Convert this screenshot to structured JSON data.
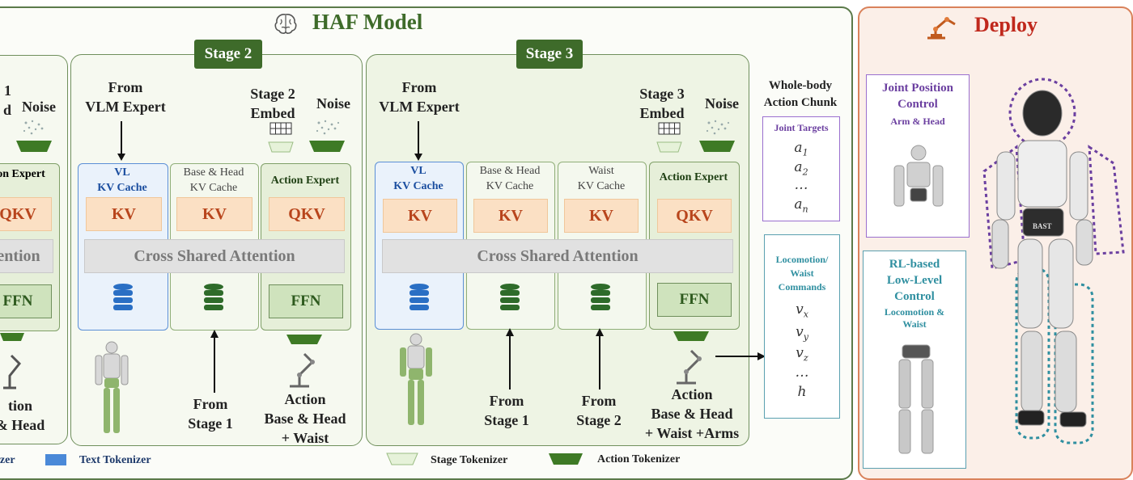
{
  "title": "HAF Model",
  "deploy_title": "Deploy",
  "stage1_partial": {
    "top_left": "1\nd",
    "noise": "Noise",
    "expert": "on Expert",
    "qkv": "QKV",
    "attention": "ention",
    "ffn": "FFN",
    "bottom": "tion\n& Head"
  },
  "stage2": {
    "label": "Stage 2",
    "from_vlm": "From\nVLM Expert",
    "embed": "Stage 2\nEmbed",
    "noise": "Noise",
    "col_vl": "VL\nKV Cache",
    "col_bh": "Base & Head\nKV Cache",
    "col_act": "Action Expert",
    "kv": "KV",
    "qkv": "QKV",
    "csa": "Cross Shared Attention",
    "ffn": "FFN",
    "from_stage1": "From\nStage 1",
    "action": "Action\nBase & Head\n+ Waist"
  },
  "stage3": {
    "label": "Stage 3",
    "from_vlm": "From\nVLM Expert",
    "embed": "Stage 3\nEmbed",
    "noise": "Noise",
    "col_vl": "VL\nKV Cache",
    "col_bh": "Base & Head\nKV Cache",
    "col_waist": "Waist\nKV Cache",
    "col_act": "Action Expert",
    "kv": "KV",
    "qkv": "QKV",
    "csa": "Cross Shared Attention",
    "ffn": "FFN",
    "from_stage1": "From\nStage 1",
    "from_stage2": "From\nStage 2",
    "action": "Action\nBase & Head\n+ Waist +Arms"
  },
  "chunk": {
    "title": "Whole-body\nAction Chunk",
    "joint_title": "Joint Targets",
    "joint_items": [
      "a",
      "a",
      "…",
      "a"
    ],
    "joint_subs": [
      "1",
      "2",
      "",
      "n"
    ],
    "loco_title": "Locomotion/\nWaist\nCommands",
    "loco_items": [
      "v",
      "v",
      "v",
      "…",
      "h"
    ],
    "loco_subs": [
      "x",
      "y",
      "z",
      "",
      ""
    ]
  },
  "legend": {
    "tokenizer_partial": "izer",
    "text_tokenizer": "Text Tokenizer",
    "stage_tokenizer": "Stage Tokenizer",
    "action_tokenizer": "Action Tokenizer"
  },
  "deploy": {
    "joint_title": "Joint Position\nControl",
    "joint_sub": "Arm & Head",
    "rl_title": "RL-based\nLow-Level\nControl",
    "rl_sub": "Locomotion &\nWaist",
    "robot_badge": "BAST"
  },
  "colors": {
    "dark_green": "#3e6b2a",
    "deploy_red": "#c0281c",
    "kv_text": "#b8451c",
    "purple": "#6b3fa0",
    "teal": "#2f8fa0",
    "db_blue": "#2a6fc4",
    "db_green": "#2e6b2a"
  }
}
